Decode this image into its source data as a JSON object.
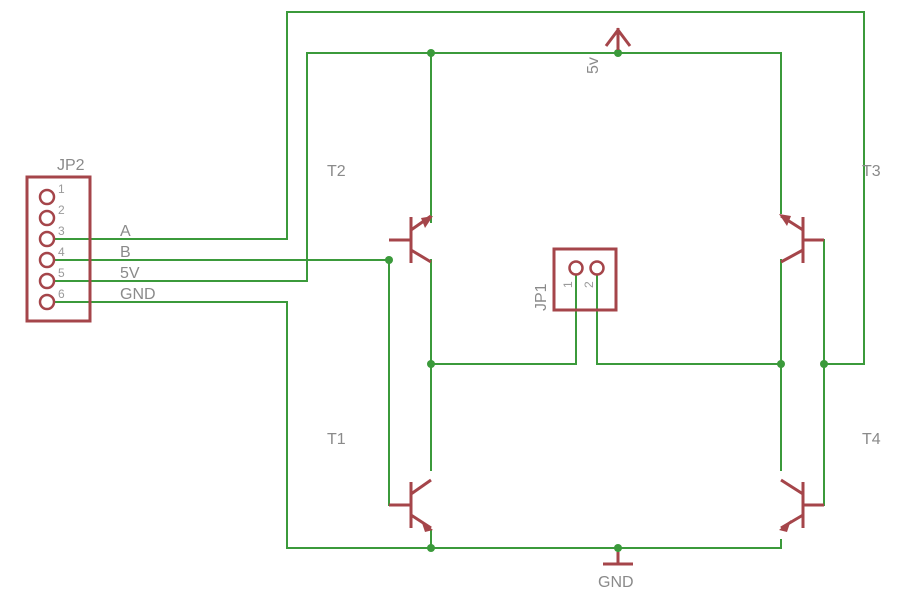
{
  "connector_jp2": {
    "name": "JP2",
    "pins": [
      "1",
      "2",
      "3",
      "4",
      "5",
      "6"
    ],
    "labels": {
      "pin3": "A",
      "pin4": "B",
      "pin5": "5V",
      "pin6": "GND"
    }
  },
  "connector_jp1": {
    "name": "JP1",
    "pins": [
      "1",
      "2"
    ]
  },
  "transistors": {
    "t1": "T1",
    "t2": "T2",
    "t3": "T3",
    "t4": "T4"
  },
  "power": {
    "vcc_label": "5v",
    "gnd_label": "GND"
  },
  "colors": {
    "wire": "#3b9a3b",
    "part": "#a5454a",
    "text": "#8a8a8a"
  }
}
